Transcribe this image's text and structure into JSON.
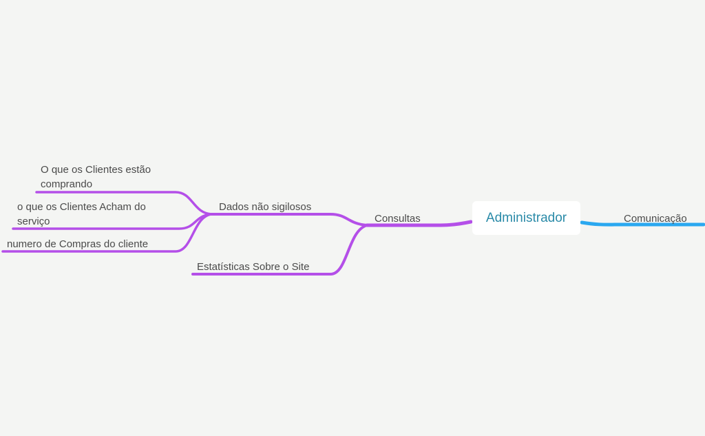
{
  "root": {
    "label": "Administrador"
  },
  "colors": {
    "background": "#f4f5f3",
    "purple_branch": "#b44fe8",
    "blue_branch": "#2aa8f0",
    "root_text": "#2a8aa8",
    "node_text": "#4a4a4a"
  },
  "nodes": {
    "consultas": "Consultas",
    "comunicacao": "Comunicação",
    "dados": "Dados não sigilosos",
    "estatisticas": "Estatísticas Sobre o Site",
    "leaf1": "O que os Clientes estão\ncomprando",
    "leaf2": "o que os Clientes Acham do\nserviço",
    "leaf3": "numero de Compras do cliente"
  }
}
